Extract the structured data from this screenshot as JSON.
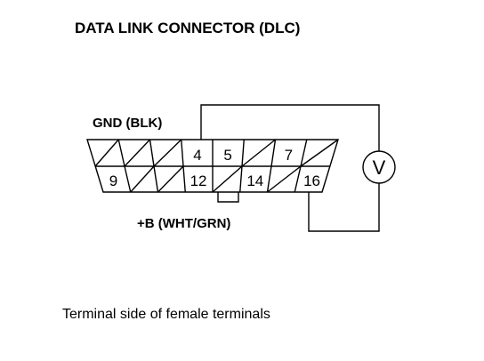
{
  "title": "DATA LINK CONNECTOR (DLC)",
  "labels": {
    "ground": "GND (BLK)",
    "battery": "+B (WHT/GRN)",
    "caption": "Terminal side of female terminals",
    "meter": "V"
  },
  "terminals": {
    "top_row": [
      "",
      "",
      "",
      "4",
      "5",
      "",
      "7",
      ""
    ],
    "bottom_row": [
      "9",
      "",
      "",
      "12",
      "",
      "14",
      "",
      "16"
    ]
  }
}
